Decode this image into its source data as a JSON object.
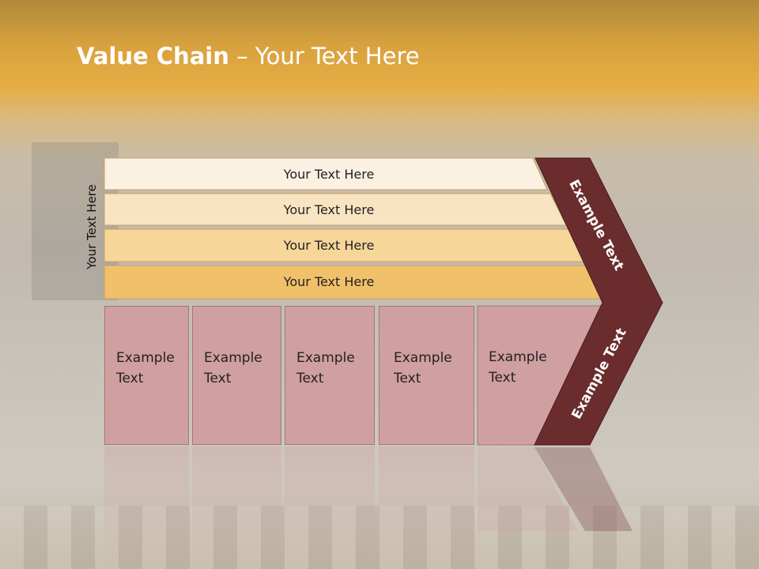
{
  "title": {
    "bold": "Value Chain",
    "rest": " – Your Text Here"
  },
  "side_label": "Your Text Here",
  "bands": [
    {
      "label": "Your Text Here",
      "color": "#fbf1e2"
    },
    {
      "label": "Your Text Here",
      "color": "#f9e4c2"
    },
    {
      "label": "Your Text Here",
      "color": "#f6d699"
    },
    {
      "label": "Your Text Here",
      "color": "#f0c16a"
    }
  ],
  "boxes": [
    {
      "line1": "Example",
      "line2": "Text"
    },
    {
      "line1": "Example",
      "line2": "Text"
    },
    {
      "line1": "Example",
      "line2": "Text"
    },
    {
      "line1": "Example",
      "line2": "Text"
    },
    {
      "line1": "Example",
      "line2": "Text"
    }
  ],
  "chevron_top_label": "Example Text",
  "chevron_bottom_label": "Example Text",
  "colors": {
    "chevron": "#6b2c2e",
    "box": "#d09fa0",
    "band_border": "#c9a060"
  }
}
